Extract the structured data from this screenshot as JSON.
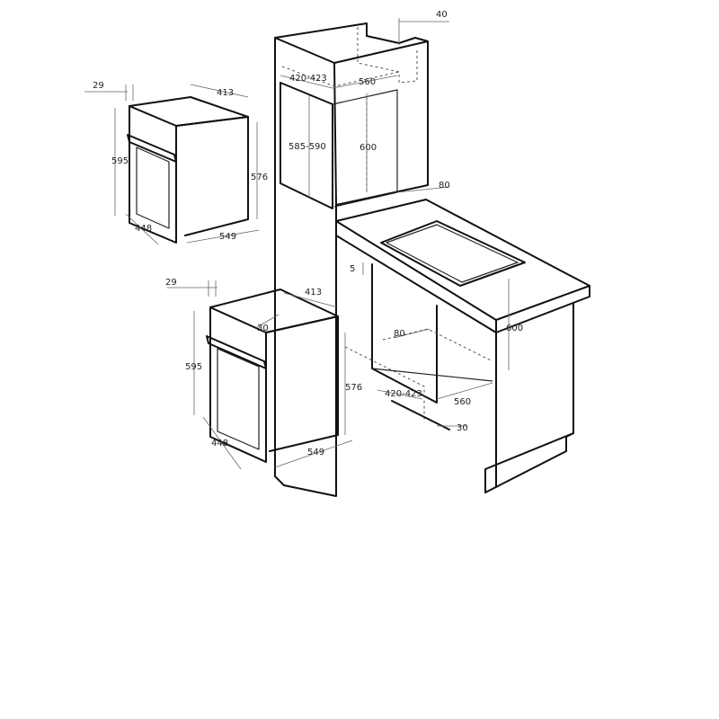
{
  "labels": {
    "oven1": {
      "d29": "29",
      "d413": "413",
      "d595": "595",
      "d576": "576",
      "d448": "448",
      "d549": "549"
    },
    "tall": {
      "d40": "40",
      "d420_423": "420-423",
      "d560": "560",
      "d585_590": "585-590",
      "d600": "600",
      "d80": "80"
    },
    "oven2": {
      "d29": "29",
      "d413": "413",
      "d30": "30",
      "d595": "595",
      "d576": "576",
      "d448": "448",
      "d549": "549"
    },
    "base": {
      "d5": "5",
      "d600": "600",
      "d80": "80",
      "d420_423": "420-423",
      "d560": "560",
      "d30": "30"
    }
  }
}
